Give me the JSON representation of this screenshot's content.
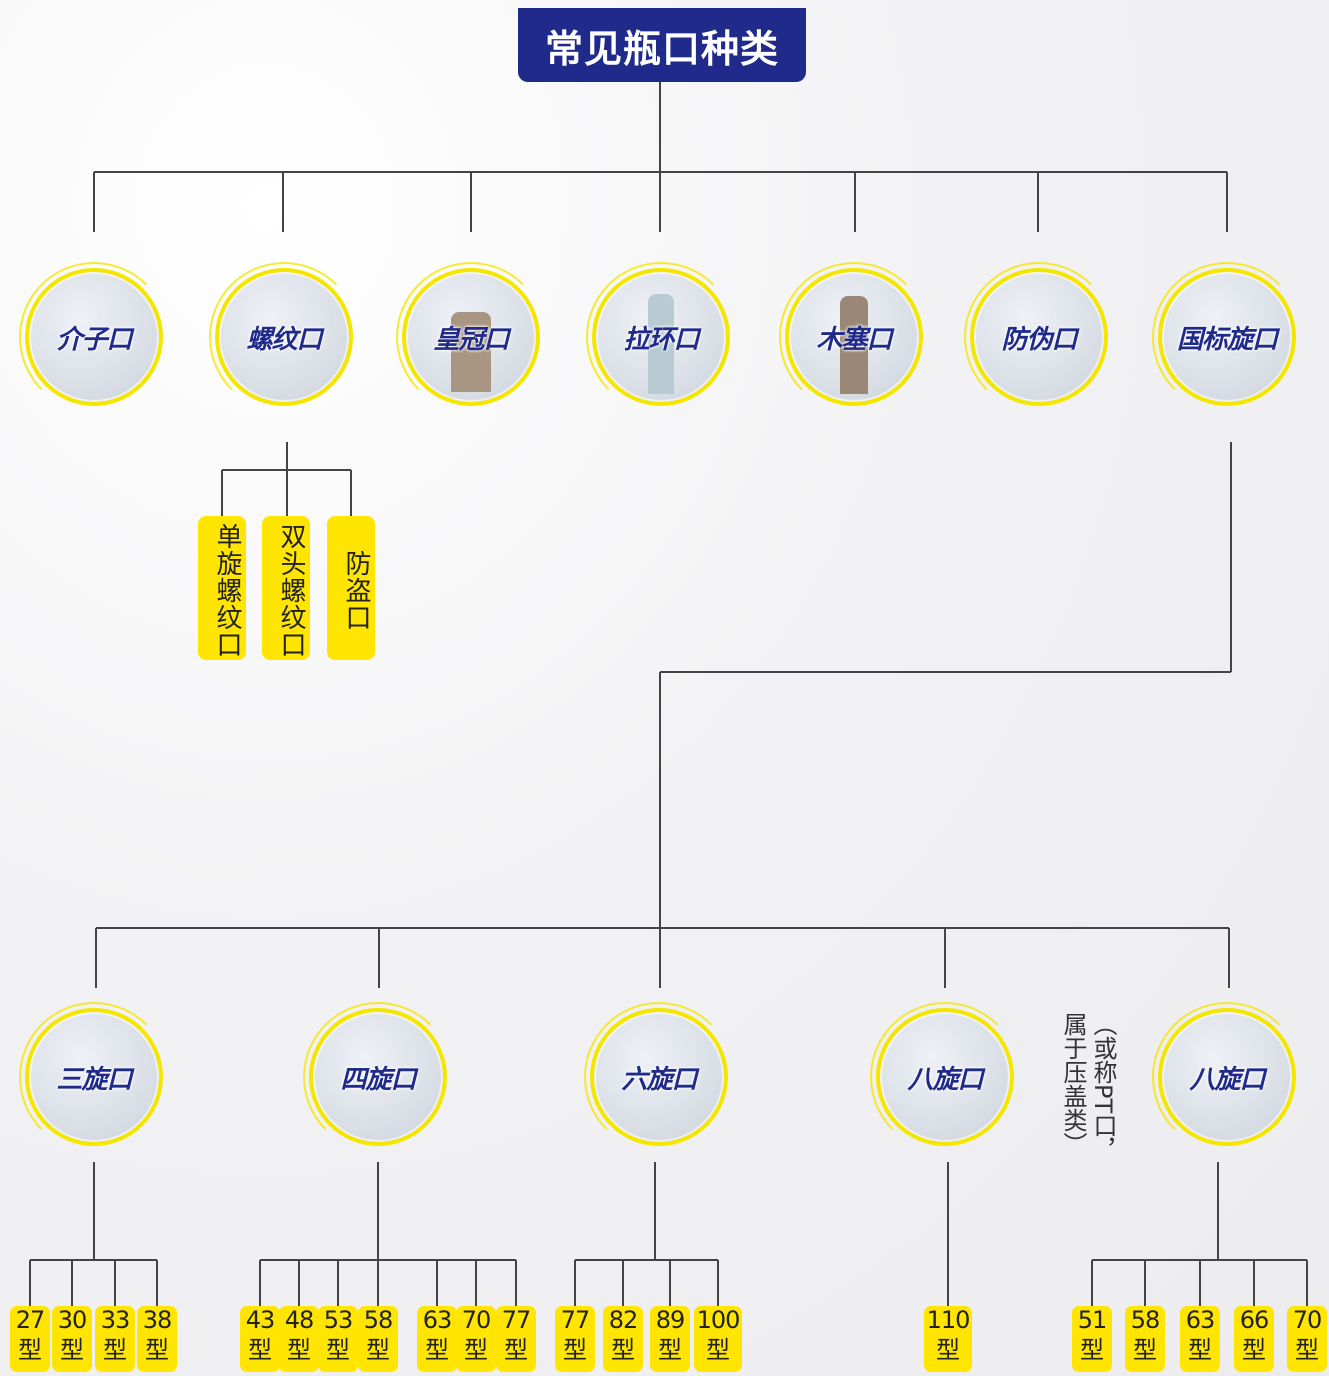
{
  "title": "常见瓶口种类",
  "top_nodes": [
    {
      "label": "介子口"
    },
    {
      "label": "螺纹口"
    },
    {
      "label": "皇冠口"
    },
    {
      "label": "拉环口"
    },
    {
      "label": "木塞口"
    },
    {
      "label": "防伪口"
    },
    {
      "label": "国标旋口"
    }
  ],
  "screw_subtypes": [
    "单旋螺纹口",
    "双头螺纹口",
    "防盗口"
  ],
  "gb_nodes": [
    {
      "label": "三旋口"
    },
    {
      "label": "四旋口"
    },
    {
      "label": "六旋口"
    },
    {
      "label": "八旋口"
    },
    {
      "label": "八旋口"
    }
  ],
  "pt_note": "（或称PT口，属于压盖类）",
  "size_suffix": "型",
  "sizes": {
    "three": [
      "27",
      "30",
      "33",
      "38"
    ],
    "four": [
      "43",
      "48",
      "53",
      "58",
      "63",
      "70",
      "77"
    ],
    "six": [
      "77",
      "82",
      "89",
      "100"
    ],
    "eight": [
      "110"
    ],
    "pt": [
      "51",
      "58",
      "63",
      "66",
      "70"
    ]
  },
  "colors": {
    "title_bg": "#1f2a8a",
    "accent": "#ffe500",
    "line": "#444444"
  }
}
